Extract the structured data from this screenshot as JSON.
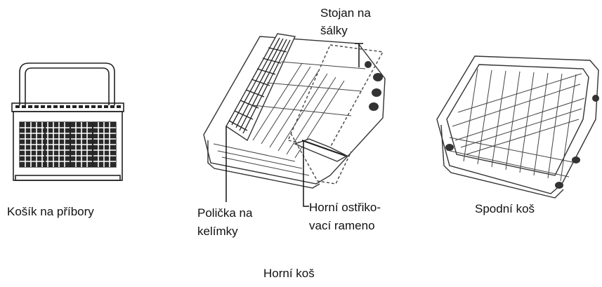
{
  "labels": {
    "cutlery_basket": "Košík na příbory",
    "cup_rack_line1": "Stojan na",
    "cup_rack_line2": "šálky",
    "cup_shelf_line1": "Polička na",
    "cup_shelf_line2": "kelímky",
    "upper_spray_line1": "Horní ostřiko-",
    "upper_spray_line2": "vací rameno",
    "lower_basket": "Spodní koš",
    "upper_basket": "Horní koš"
  }
}
